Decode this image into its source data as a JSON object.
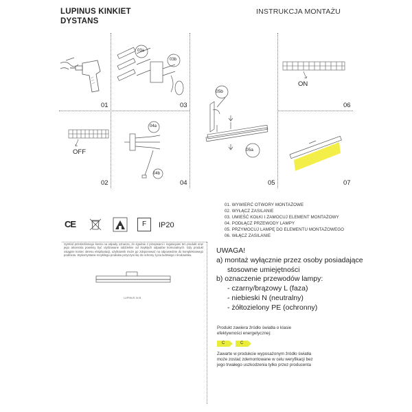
{
  "header": {
    "title_line1": "LUPINUS KINKIET",
    "title_line2": "DYSTANS",
    "subtitle": "INSTRUKCJA MONTAŻU"
  },
  "panels": [
    {
      "number": "01"
    },
    {
      "number": "03",
      "callouts": [
        "03a",
        "03b"
      ]
    },
    {
      "number": "05",
      "callouts": [
        "05b",
        "05a"
      ]
    },
    {
      "number": "06",
      "status": "ON"
    },
    {
      "number": "02",
      "status": "OFF"
    },
    {
      "number": "04",
      "callouts": [
        "04a",
        "04b"
      ]
    },
    {
      "number": "07"
    }
  ],
  "steps": [
    "01. WYWIERĆ OTWORY MONTAŻOWE",
    "02. WYŁĄCZ ZASILANIE",
    "03. UMIEŚĆ KOŁKI I ZAMOCUJ ELEMENT MONTAŻOWY",
    "04. PODŁĄCZ PRZEWODY LAMPY",
    "05. PRZYMOCUJ LAMPĘ DO ELEMENTU MONTAŻOWEGO",
    "06. WŁĄCZ ZASILANIE"
  ],
  "certifications": {
    "ce": "CE",
    "f_mark": "F",
    "ip_rating": "IP20"
  },
  "disposal_text": "Symbol przekreślonego kosza na odpady oznacza, że zgodnie z przepisami i regulacjami ten produkt oraz jego akcesoria powinny być utylizowane oddzielnie od zwykłych odpadów komunalnych. Gdy produkt osiągnie koniec okresu eksploatacji, użytkownik może go zdeponować na odpowiednie do kompleksowego podmiotu. Wykorzystanie recyklingu produktu przyczyni się do ochrony życia ludzkiego i środowiska.",
  "drawing_label": "LUPINUS 34 B",
  "warning": {
    "heading": "UWAGA!",
    "lines": [
      "a) montaż wyłącznie przez osoby posiadające",
      "    stosowne umiejętności",
      "b) oznaczenie przewodów lampy:",
      "    - czarny/brązowy L (faza)",
      "    - niebieski N (neutralny)",
      "    - żółtozielony PE (ochronny)"
    ]
  },
  "energy": {
    "line1": "Produkt zawiera źródło światła o klasie",
    "line2": "efektywności energetycznej:",
    "badges": [
      "C",
      "C"
    ],
    "badge_color": "#e9ec3a"
  },
  "note": {
    "line1": "Zawarte w produkcie wyposażonym źródło światła",
    "line2": "może zostać zdemontowane w celu weryfikacji bez",
    "line3": "jego trwałego uszkodzenia tylko przez producenta"
  },
  "colors": {
    "accent_yellow": "#f3ec35",
    "line": "#555555"
  }
}
